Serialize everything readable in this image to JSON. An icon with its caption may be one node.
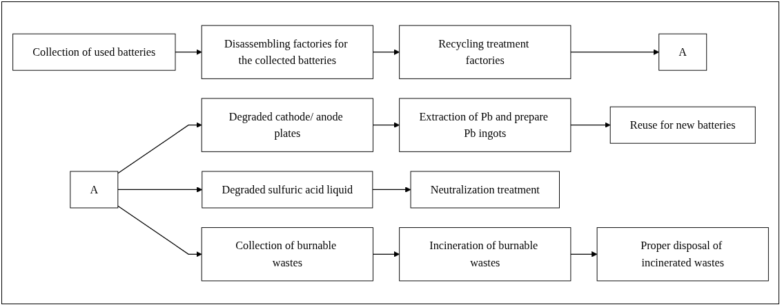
{
  "diagram": {
    "nodes": [
      {
        "text": [
          "Collection of used batteries"
        ]
      },
      {
        "text": [
          "Disassembling factories for the collected batteries"
        ]
      },
      {
        "text": [
          "Recycling treatment factories"
        ]
      },
      {
        "text": [
          "A"
        ]
      },
      {
        "text": [
          "A"
        ]
      },
      {
        "text": [
          "Degraded cathode/ anode plates"
        ]
      },
      {
        "text": [
          "Extraction of Pb and prepare Pb ingots"
        ]
      },
      {
        "text": [
          "Reuse for new batteries"
        ]
      },
      {
        "text": [
          "Degraded sulfuric acid liquid"
        ]
      },
      {
        "text": [
          "Neutralization treatment"
        ]
      },
      {
        "text": [
          "Collection of burnable wastes"
        ]
      },
      {
        "text": [
          "Incineration of burnable wastes"
        ]
      },
      {
        "text": [
          "Proper disposal of incinerated wastes"
        ]
      }
    ],
    "edges": [
      {
        "from": 0,
        "to": 1,
        "arrow": "to"
      },
      {
        "from": 1,
        "to": 2,
        "arrow": "to"
      },
      {
        "from": 2,
        "to": 3,
        "arrow": "to"
      },
      {
        "from": 4,
        "to": 5,
        "arrow": "to"
      },
      {
        "from": 4,
        "to": 8,
        "arrow": "to"
      },
      {
        "from": 4,
        "to": 10,
        "arrow": "to"
      },
      {
        "from": 5,
        "to": 6,
        "arrow": "to"
      },
      {
        "from": 6,
        "to": 7,
        "arrow": "to"
      },
      {
        "from": 8,
        "to": 9,
        "arrow": "to"
      },
      {
        "from": 10,
        "to": 11,
        "arrow": "to"
      },
      {
        "from": 11,
        "to": 12,
        "arrow": "to"
      }
    ]
  }
}
